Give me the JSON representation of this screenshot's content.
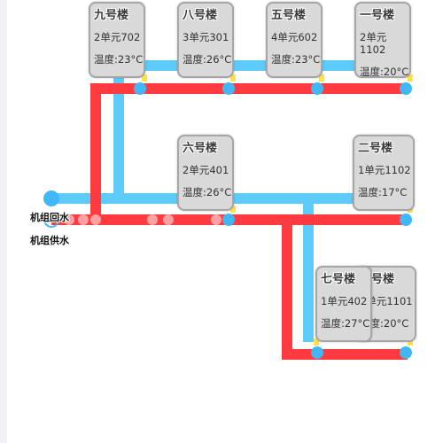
{
  "legend": {
    "return_water": "机组回水",
    "supply_water": "机组供水"
  },
  "colors": {
    "return_pipe": "#5ccbfb",
    "supply_pipe": "#ff3b3f",
    "node": "#3fb8f5",
    "valve": "#ffe14a",
    "card_bg": "#d9d9d9",
    "card_border": "#a6a6a6"
  },
  "buildings": [
    {
      "name": "九号楼",
      "unit": "2单元702",
      "temp": "温度:23°C"
    },
    {
      "name": "八号楼",
      "unit": "3单元301",
      "temp": "温度:26°C"
    },
    {
      "name": "五号楼",
      "unit": "4单元602",
      "temp": "温度:23°C"
    },
    {
      "name": "一号楼",
      "unit": "2单元1102",
      "temp": "温度:20°C"
    },
    {
      "name": "六号楼",
      "unit": "2单元401",
      "temp": "温度:26°C"
    },
    {
      "name": "二号楼",
      "unit": "1单元1102",
      "temp": "温度:17°C"
    },
    {
      "name": "三号楼",
      "unit": "1单元1101",
      "temp": "温度:20°C"
    },
    {
      "name": "七号楼",
      "unit": "1单元402",
      "temp": "温度:27°C"
    }
  ]
}
